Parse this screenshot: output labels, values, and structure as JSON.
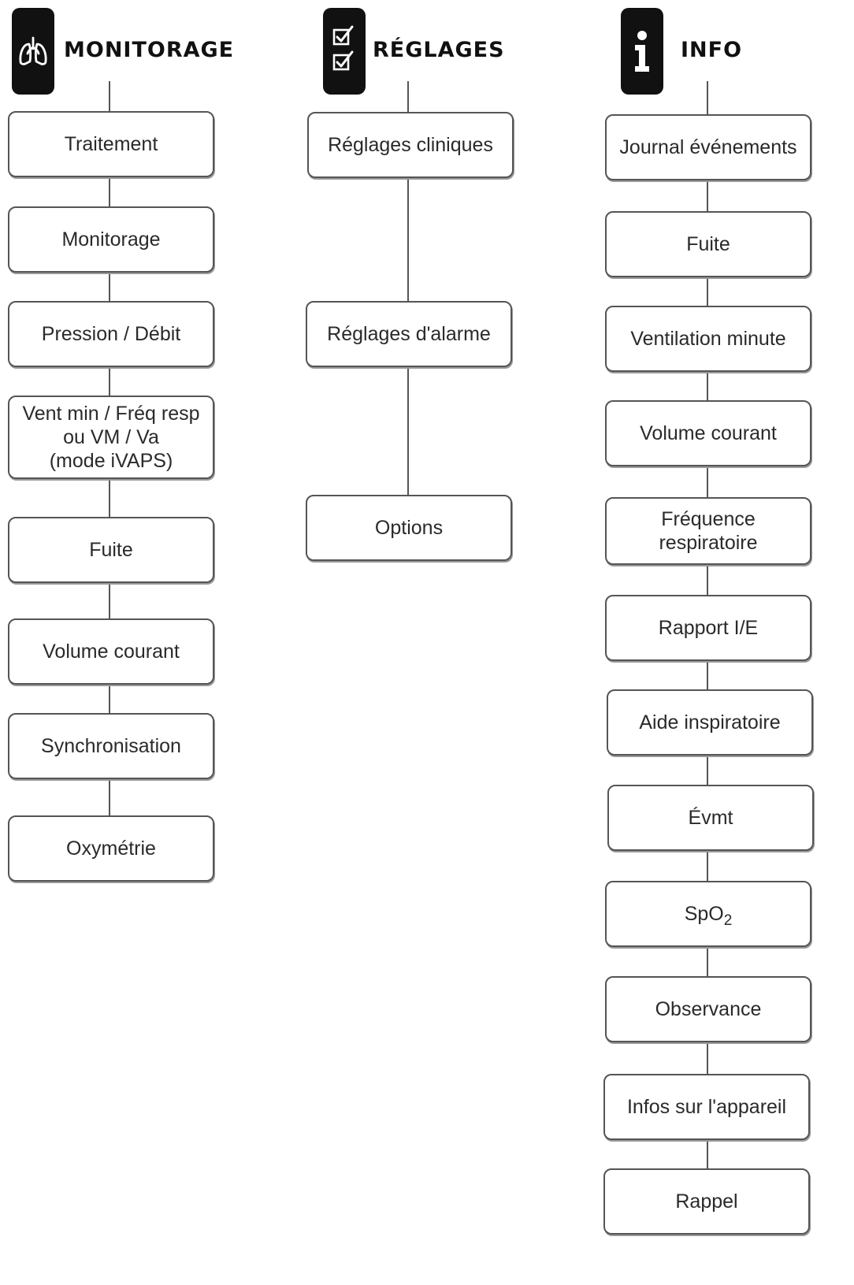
{
  "columns": {
    "monitorage": {
      "title": "MONITORAGE",
      "icon": "lungs-icon",
      "items": [
        "Traitement",
        "Monitorage",
        "Pression / Débit",
        "Vent min / Fréq resp",
        "Fuite",
        "Volume courant",
        "Synchronisation",
        "Oxymétrie"
      ],
      "multi_line_item": [
        "Vent min / Fréq resp",
        "ou VM / Va",
        "(mode iVAPS)"
      ]
    },
    "reglages": {
      "title": "RÉGLAGES",
      "icon": "checklist-icon",
      "items": [
        "Réglages cliniques",
        "Réglages d'alarme",
        "Options"
      ]
    },
    "info": {
      "title": "INFO",
      "icon": "info-icon",
      "items": [
        "Journal événements",
        "Fuite",
        "Ventilation minute",
        "Volume courant",
        "Fréquence",
        "Rapport I/E",
        "Aide inspiratoire",
        "Évmt",
        "SpO",
        "Observance",
        "Infos sur l'appareil",
        "Rappel"
      ],
      "freq_line2": "respiratoire",
      "spo2_subscript": "2"
    }
  },
  "colors": {
    "icon_bg": "#111111",
    "border": "#555555"
  }
}
